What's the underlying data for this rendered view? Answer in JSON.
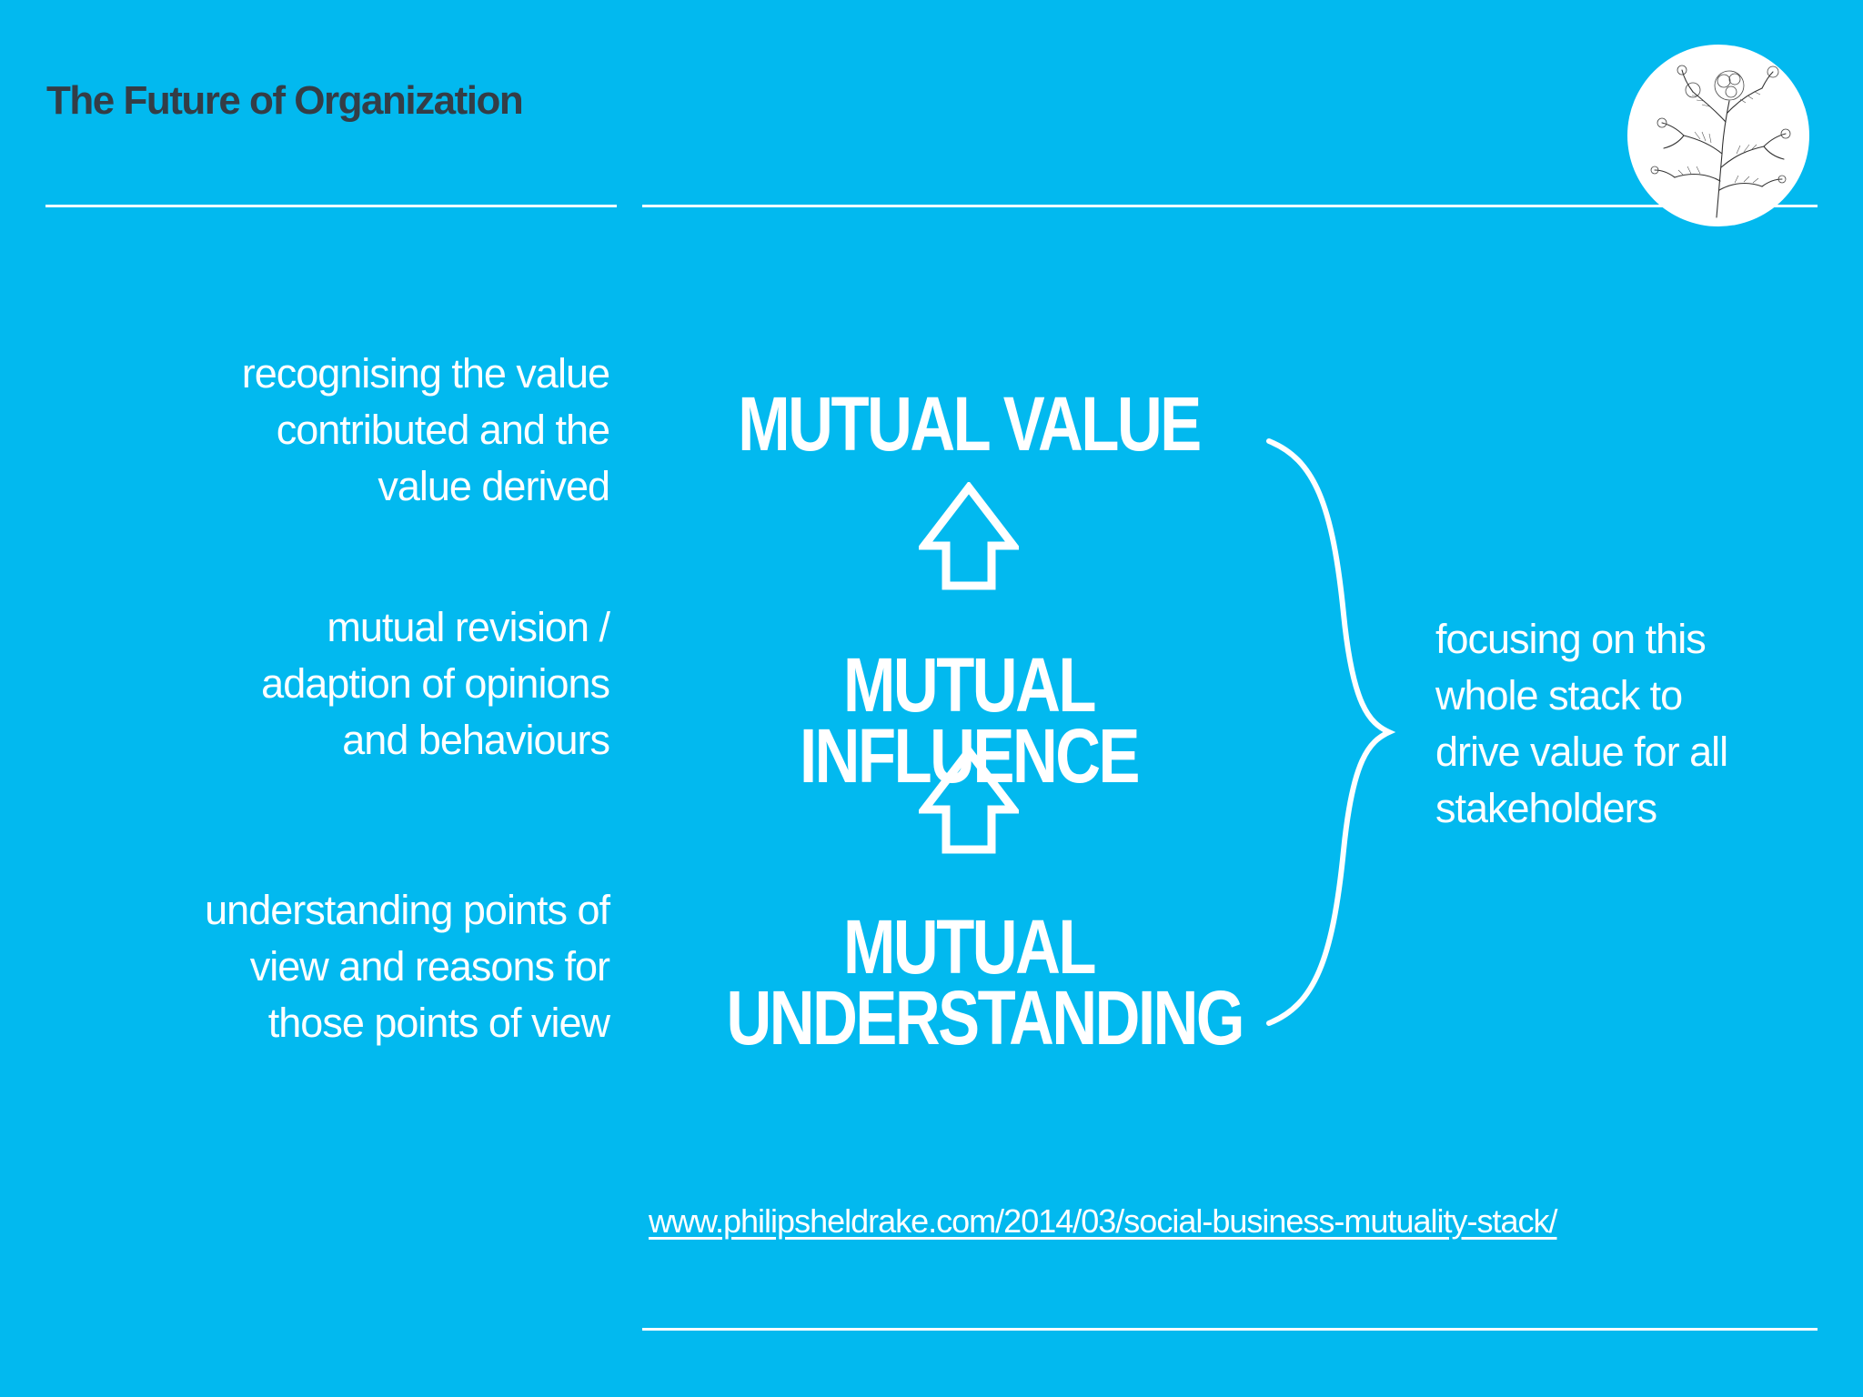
{
  "slide": {
    "title": "The Future of Organization",
    "background_color": "#02b9ef",
    "title_color": "#343d46"
  },
  "logo": {
    "icon": "botanical-sketch-icon"
  },
  "descriptions": [
    "recognising the value\ncontributed and the\nvalue derived",
    "mutual revision /\nadaption of opinions\nand behaviours",
    "understanding points of\nview and reasons for\nthose points of view"
  ],
  "stack": {
    "top": "MUTUAL VALUE",
    "middle": "MUTUAL INFLUENCE",
    "bottom": "MUTUAL\nUNDERSTANDING",
    "arrow_icon": "up-arrow-icon"
  },
  "brace": {
    "icon": "right-curly-brace-icon",
    "text": "focusing on this\nwhole stack to\ndrive value for all\nstakeholders"
  },
  "source": {
    "url_text": "www.philipsheldrake.com/2014/03/social-business-mutuality-stack/"
  }
}
